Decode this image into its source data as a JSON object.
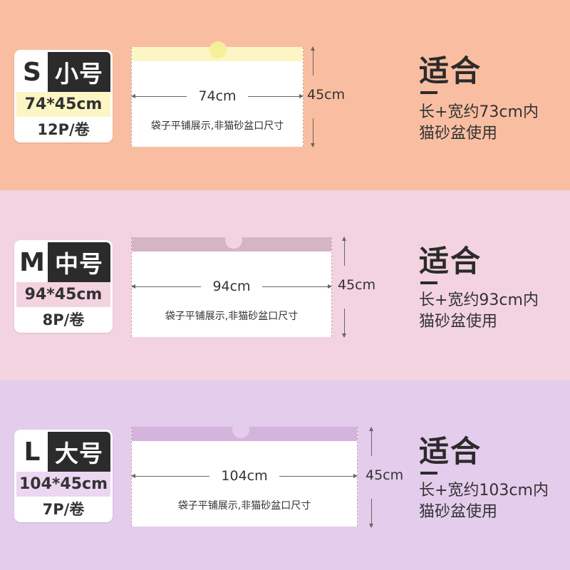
{
  "fit_title": "适合",
  "bag_note": "袋子平铺展示,非猫砂盆口尺寸",
  "height_label": "45cm",
  "colors": {
    "band_s": "#f9bea1",
    "band_m": "#f3d3e0",
    "band_l": "#e4ccec",
    "dims_s": "#fbf6c4",
    "dims_m": "#f3d3e0",
    "dims_l": "#ecd6f1",
    "strip_s": "#fbf6c4",
    "strip_m": "#d5b4c4",
    "strip_l": "#d4b3dc",
    "notch_s": "#f6ef9a"
  },
  "sizes": [
    {
      "letter": "S",
      "name": "小号",
      "dims": "74*45cm",
      "pcs": "12P/卷",
      "bag_width": "74cm",
      "fit_line1": "长+宽约73cm内",
      "fit_line2": "猫砂盆使用"
    },
    {
      "letter": "M",
      "name": "中号",
      "dims": "94*45cm",
      "pcs": "8P/卷",
      "bag_width": "94cm",
      "fit_line1": "长+宽约93cm内",
      "fit_line2": "猫砂盆使用"
    },
    {
      "letter": "L",
      "name": "大号",
      "dims": "104*45cm",
      "pcs": "7P/卷",
      "bag_width": "104cm",
      "fit_line1": "长+宽约103cm内",
      "fit_line2": "猫砂盆使用"
    }
  ]
}
